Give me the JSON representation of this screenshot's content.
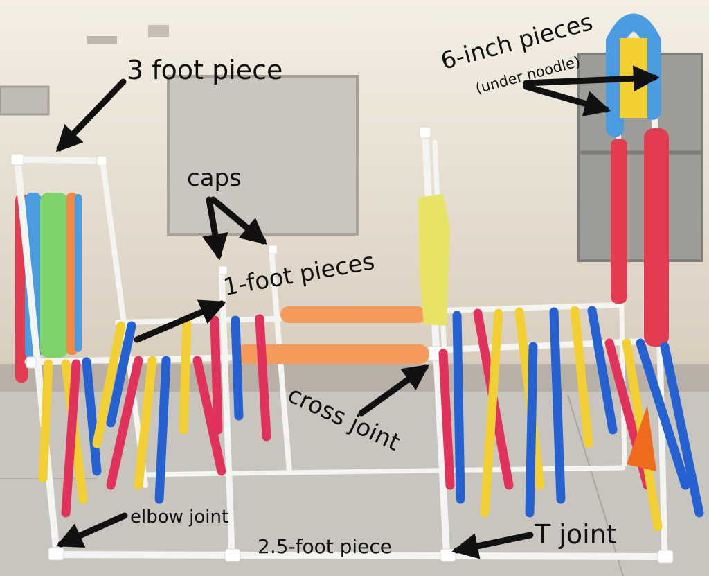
{
  "labels": {
    "three_foot": "3 foot piece",
    "six_inch": "6-inch pieces",
    "under_noodle": "(under noodle)",
    "caps": "caps",
    "one_foot": "1-foot pieces",
    "cross_joint": "cross joint",
    "elbow_joint": "elbow joint",
    "two_five_foot": "2.5-foot piece",
    "t_joint": "T joint"
  },
  "colors": {
    "wall": "#e6dccd",
    "ground": "#c7c4bd",
    "pipe": "#f4f4f2",
    "noodle_orange": "#f49a5c",
    "noodle_red": "#e33b4f",
    "noodle_blue": "#4b9be0",
    "noodle_green": "#7ed36b",
    "streamer_red": "#e0325a",
    "streamer_blue": "#2561d0",
    "streamer_yellow": "#f2cf33",
    "arrow": "#111111"
  }
}
